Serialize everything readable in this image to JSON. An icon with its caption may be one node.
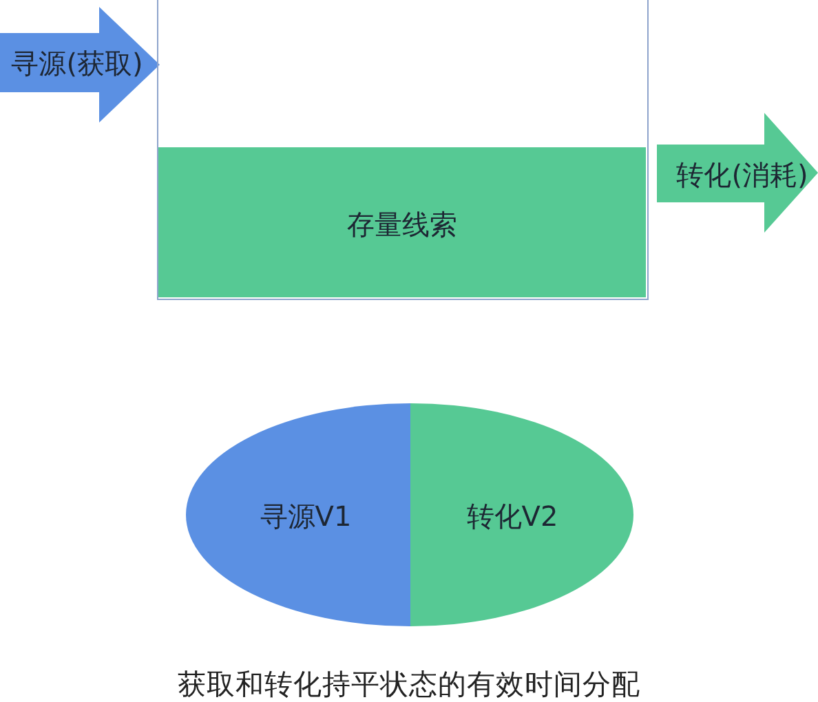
{
  "diagram": {
    "caption": "获取和转化持平状态的有效时间分配",
    "nodes": [
      {
        "text": [
          "寻源(获取)"
        ]
      },
      {
        "text": [],
        "shape": "box"
      },
      {
        "text": [
          "存量线索"
        ],
        "in": 1
      },
      {
        "text": [
          "转化(消耗)"
        ]
      },
      {
        "text": [
          "寻源V1"
        ]
      },
      {
        "text": [
          "转化V2"
        ]
      }
    ]
  }
}
